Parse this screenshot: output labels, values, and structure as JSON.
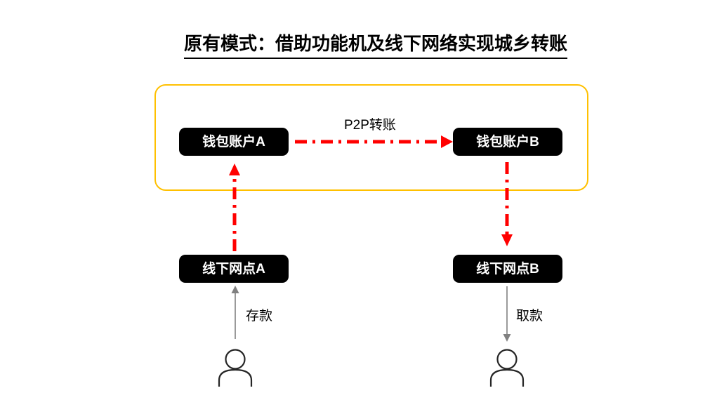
{
  "title": "原有模式：借助功能机及线下网络实现城乡转账",
  "nodes": {
    "wallet_a": "钱包账户A",
    "wallet_b": "钱包账户B",
    "branch_a": "线下网点A",
    "branch_b": "线下网点B"
  },
  "labels": {
    "p2p": "P2P转账",
    "deposit": "存款",
    "withdraw": "取款"
  },
  "icons": {
    "sender": "person-icon",
    "receiver": "person-icon"
  },
  "colors": {
    "container_border": "#FFC000",
    "node_background": "#000000",
    "node_text": "#FFFFFF",
    "transfer_arrow": "#FF0000",
    "cash_arrow": "#808080",
    "person_stroke": "#262626",
    "title_text": "#000000"
  }
}
